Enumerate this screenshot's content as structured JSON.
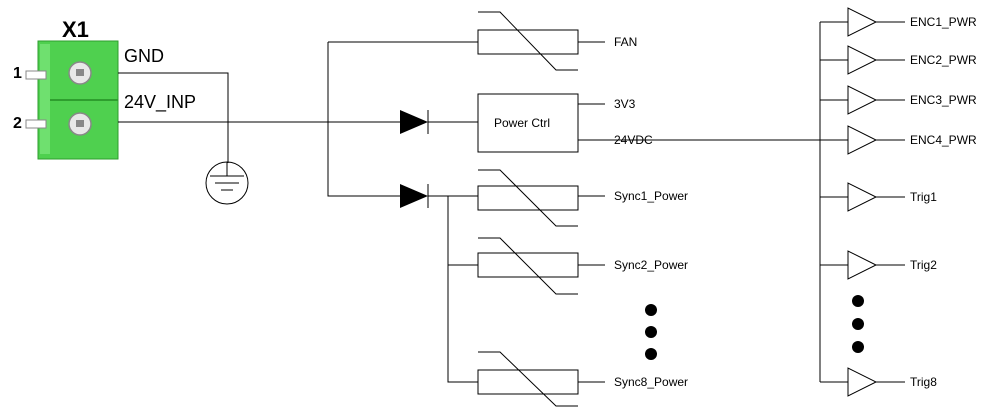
{
  "connector": {
    "name": "X1",
    "pins": [
      {
        "number": "1",
        "net": "GND"
      },
      {
        "number": "2",
        "net": "24V_INP"
      }
    ]
  },
  "top": {
    "fan_label": "FAN"
  },
  "power_ctrl": {
    "label": "Power Ctrl",
    "outputs": [
      "3V3",
      "24VDC"
    ]
  },
  "sync_outputs": [
    "Sync1_Power",
    "Sync2_Power",
    "Sync8_Power"
  ],
  "buffer_outputs": [
    "ENC1_PWR",
    "ENC2_PWR",
    "ENC3_PWR",
    "ENC4_PWR",
    "Trig1",
    "Trig2",
    "Trig8"
  ],
  "colors": {
    "connector_green": "#4fd04f",
    "connector_dark": "#2e9e2e"
  }
}
